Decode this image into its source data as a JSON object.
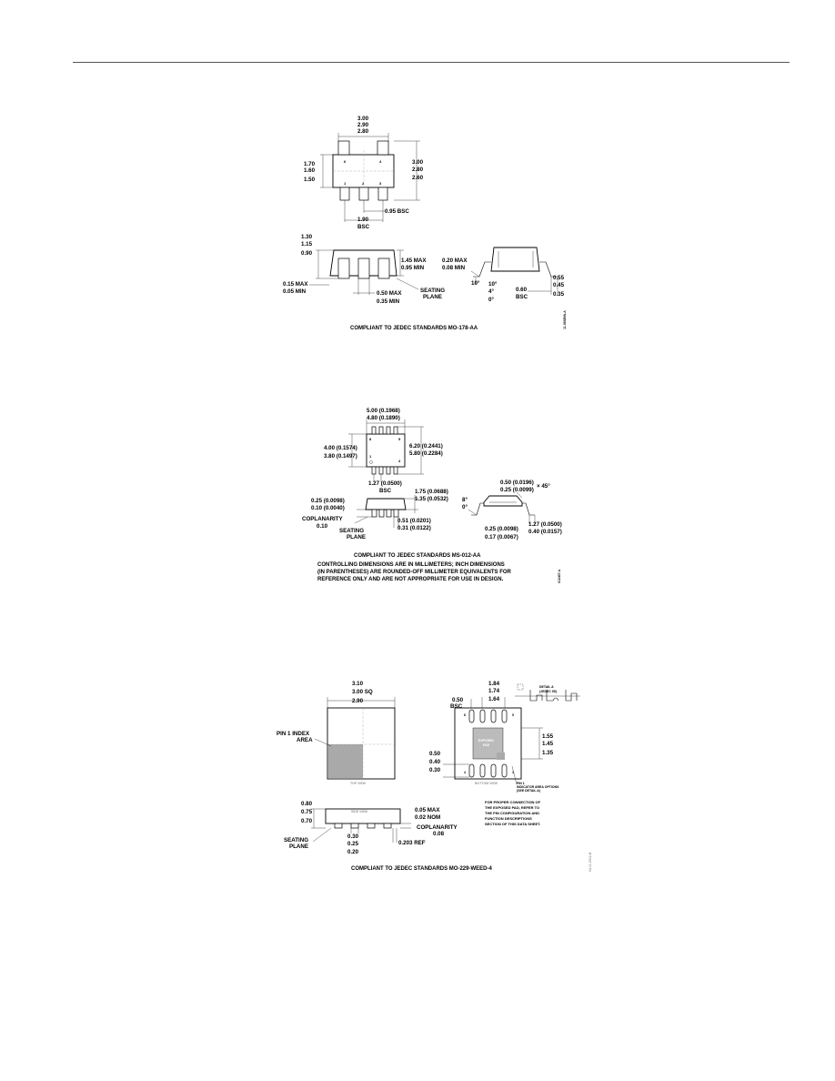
{
  "drawing1": {
    "top_view": {
      "width_dims": [
        "3.00",
        "2.90",
        "2.80"
      ],
      "body_width_dims": [
        "1.70",
        "1.60",
        "1.50"
      ],
      "total_height_dims": [
        "3.00",
        "2.80",
        "2.60"
      ],
      "pin_labels": [
        "6",
        "4",
        "1",
        "2",
        "3"
      ],
      "pitch": "0.95 BSC",
      "span_dims": [
        "1.90",
        "BSC"
      ]
    },
    "side_view": {
      "height_dims": [
        "1.30",
        "1.15",
        "0.90"
      ],
      "standoff_dims": [
        "0.15 MAX",
        "0.05 MIN"
      ],
      "body_dims": [
        "1.45 MAX",
        "0.95 MIN"
      ],
      "lead_width": [
        "0.50 MAX",
        "0.35 MIN"
      ],
      "seating": [
        "SEATING",
        "PLANE"
      ]
    },
    "end_view": {
      "lead_thick": [
        "0.20 MAX",
        "0.08 MIN"
      ],
      "angles": [
        "10°",
        "4°",
        "0°"
      ],
      "foot_length": [
        "0.60",
        "BSC"
      ],
      "foot_dims": [
        "0.55",
        "0.45",
        "0.35"
      ]
    },
    "compliance": "COMPLIANT TO JEDEC STANDARDS MO-178-AA",
    "code": "11-06SBIN-A"
  },
  "drawing2": {
    "top_view": {
      "width_dims": [
        "5.00 (0.1968)",
        "4.80 (0.1890)"
      ],
      "body_dims": [
        "4.00 (0.1574)",
        "3.80 (0.1497)"
      ],
      "span_dims": [
        "6.20 (0.2441)",
        "5.80 (0.2284)"
      ],
      "pin_labels": [
        "8",
        "5",
        "1",
        "4"
      ],
      "pitch": [
        "1.27 (0.0500)",
        "BSC"
      ]
    },
    "side_view": {
      "standoff_dims": [
        "0.25 (0.0098)",
        "0.10 (0.0040)"
      ],
      "height_dims": [
        "1.75 (0.0688)",
        "1.35 (0.0532)"
      ],
      "lead_width": [
        "0.51 (0.0201)",
        "0.31 (0.0122)"
      ],
      "coplanarity": [
        "COPLANARITY",
        "0.10"
      ],
      "seating": [
        "SEATING",
        "PLANE"
      ]
    },
    "end_view": {
      "chamfer": [
        "0.50 (0.0196)",
        "0.25 (0.0099)"
      ],
      "chamfer_angle": "× 45°",
      "angles": [
        "8°",
        "0°"
      ],
      "lead_thick": [
        "0.25 (0.0098)",
        "0.17 (0.0067)"
      ],
      "foot_dims": [
        "1.27 (0.0500)",
        "0.40 (0.0157)"
      ]
    },
    "compliance": "COMPLIANT TO JEDEC STANDARDS MS-012-AA",
    "notes": [
      "CONTROLLING DIMENSIONS ARE IN MILLIMETERS; INCH DIMENSIONS",
      "(IN PARENTHESES) ARE ROUNDED-OFF MILLIMETER EQUIVALENTS FOR",
      "REFERENCE ONLY AND ARE NOT APPROPRIATE FOR USE IN DESIGN."
    ],
    "code": "012407-A"
  },
  "drawing3": {
    "top_view": {
      "dims": [
        "3.10",
        "3.00 SQ",
        "2.90"
      ],
      "pin1_label": [
        "PIN 1 INDEX",
        "AREA"
      ],
      "caption": "TOP VIEW"
    },
    "bottom_view": {
      "width_dims": [
        "1.84",
        "1.74",
        "1.64"
      ],
      "pitch": [
        "0.50",
        "BSC"
      ],
      "pad_dims": [
        "1.55",
        "1.45",
        "1.35"
      ],
      "length_dims": [
        "0.50",
        "0.40",
        "0.30"
      ],
      "pad_label": [
        "EXPOSED",
        "PAD"
      ],
      "pin_marks": [
        "8",
        "5",
        "4",
        "1"
      ],
      "caption": "BOTTOM VIEW",
      "detail": [
        "DETAIL A",
        "(JEDEC 95)"
      ],
      "indicator": [
        "PIN 1",
        "INDICATOR AREA OPTIONS",
        "(SEE DETAIL A)"
      ]
    },
    "side_view": {
      "height_dims": [
        "0.80",
        "0.75",
        "0.70"
      ],
      "caption": "SIDE VIEW",
      "standoff": [
        "0.05 MAX",
        "0.02 NOM"
      ],
      "coplanarity": [
        "COPLANARITY",
        "0.08"
      ],
      "lead_dims": [
        "0.30",
        "0.25",
        "0.20"
      ],
      "ref": "0.203 REF",
      "seating": [
        "SEATING",
        "PLANE"
      ]
    },
    "notes": [
      "FOR PROPER CONNECTION OF",
      "THE EXPOSED PAD, REFER TO",
      "THE PIN CONFIGURATION AND",
      "FUNCTION DESCRIPTIONS",
      "SECTION OF THIS DATA SHEET."
    ],
    "compliance": "COMPLIANT TO JEDEC STANDARDS MO-229-WEED-4",
    "code": "04-11-2012-B"
  }
}
